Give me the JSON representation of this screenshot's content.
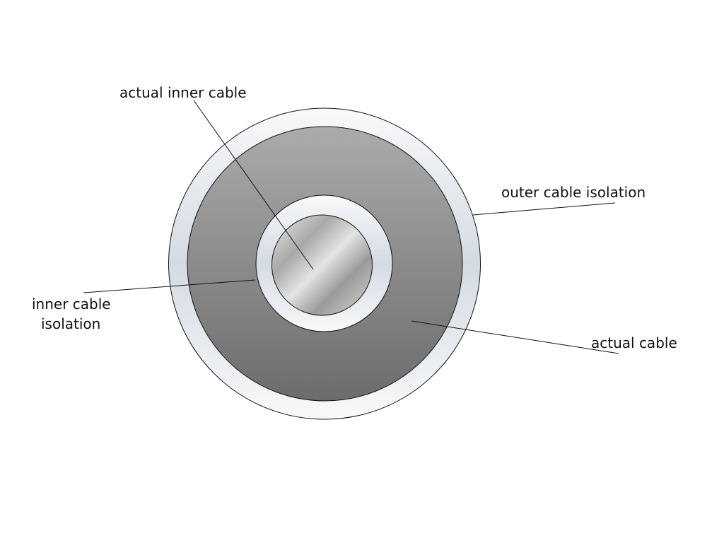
{
  "labels": {
    "actual_inner_cable": "actual inner cable",
    "outer_cable_isolation": "outer cable isolation",
    "inner_cable_isolation_line1": "inner cable",
    "inner_cable_isolation_line2": "isolation",
    "actual_cable": "actual cable"
  },
  "colors": {
    "isolation_light": "#f6f8fa",
    "isolation_mid": "#d4dbe3",
    "cable_top": "#aaaaaa",
    "cable_bottom": "#6e6e6e",
    "outline": "#111111"
  }
}
